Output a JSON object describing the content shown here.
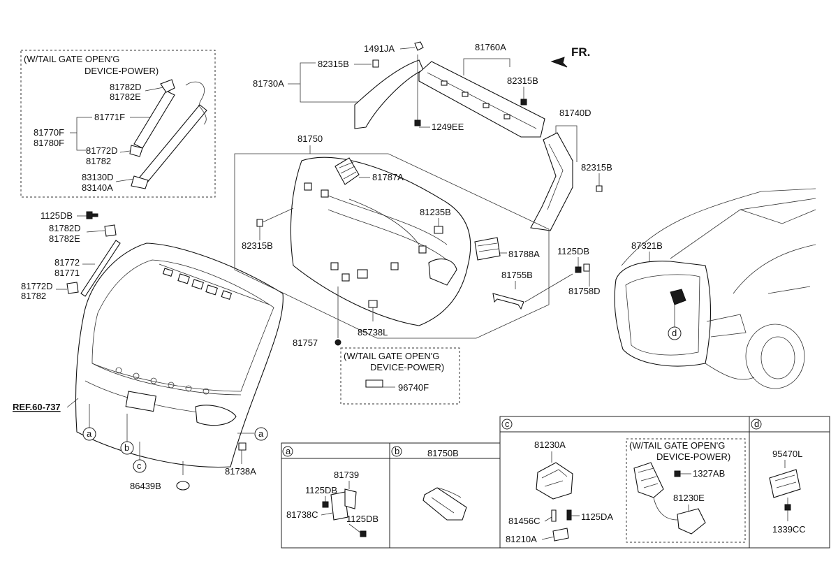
{
  "labels": {
    "note_power_top_1": "(W/TAIL GATE OPEN'G",
    "note_power_top_2": "DEVICE-POWER)",
    "l_81782D_a": "81782D",
    "l_81782E_a": "81782E",
    "l_81771F": "81771F",
    "l_81770F": "81770F",
    "l_81780F": "81780F",
    "l_81772D_a": "81772D",
    "l_81782_a": "81782",
    "l_83130D": "83130D",
    "l_83140A": "83140A",
    "l_1125DB_left": "1125DB",
    "l_81782D_b": "81782D",
    "l_81782E_b": "81782E",
    "l_81772": "81772",
    "l_81771": "81771",
    "l_81772D_b": "81772D",
    "l_81782_b": "81782",
    "ref": "REF.60-737",
    "l_86439B": "86439B",
    "l_81738A": "81738A",
    "l_1491JA": "1491JA",
    "l_82315B_top": "82315B",
    "l_81730A": "81730A",
    "l_81760A": "81760A",
    "fr": "FR.",
    "l_82315B_r1": "82315B",
    "l_1249EE": "1249EE",
    "l_81740D": "81740D",
    "l_82315B_r2": "82315B",
    "l_81750": "81750",
    "l_81787A": "81787A",
    "l_82315B_left": "82315B",
    "l_81235B": "81235B",
    "l_81788A": "81788A",
    "l_1125DB_mid": "1125DB",
    "l_81755B": "81755B",
    "l_81758D": "81758D",
    "l_85738L": "85738L",
    "l_81757": "81757",
    "note_power_mid_1": "(W/TAIL GATE OPEN'G",
    "note_power_mid_2": "DEVICE-POWER)",
    "l_96740F": "96740F",
    "l_87321B": "87321B",
    "sec_a": "a",
    "sec_b": "b",
    "sec_c": "c",
    "sec_d": "d",
    "l_81750B": "81750B",
    "l_81739": "81739",
    "l_1125DB_a1": "1125DB",
    "l_81738C": "81738C",
    "l_1125DB_a2": "1125DB",
    "l_81230A": "81230A",
    "l_81456C": "81456C",
    "l_1125DA": "1125DA",
    "l_81210A": "81210A",
    "note_power_c_1": "(W/TAIL GATE OPEN'G",
    "note_power_c_2": "DEVICE-POWER)",
    "l_1327AB": "1327AB",
    "l_81230E": "81230E",
    "l_95470L": "95470L",
    "l_1339CC": "1339CC"
  }
}
